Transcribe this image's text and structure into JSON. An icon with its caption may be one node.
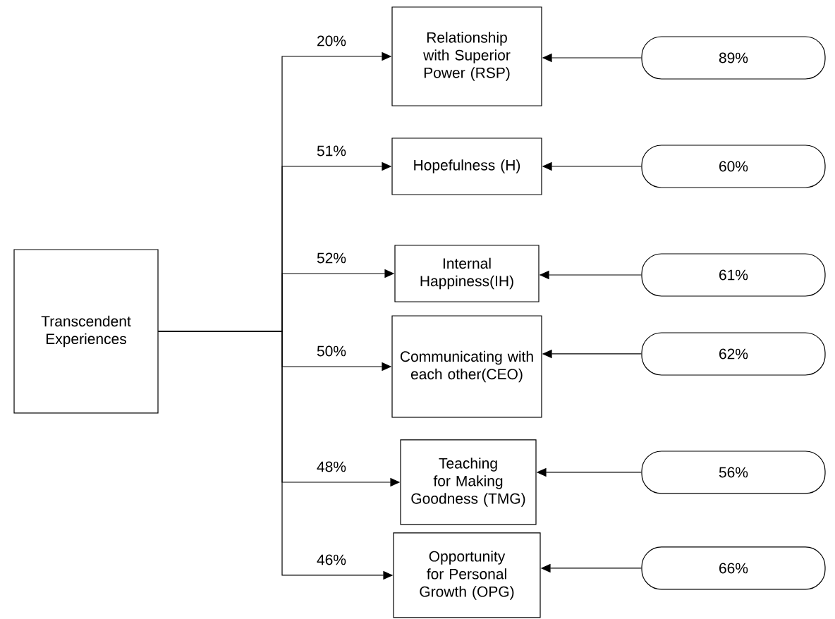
{
  "diagram": {
    "nodes": [
      {
        "text": [
          "Transcendent Experiences"
        ]
      },
      {
        "text": [
          "Relationship with Superior Power (RSP)"
        ]
      },
      {
        "text": [
          "Hopefulness (H)"
        ]
      },
      {
        "text": [
          "Internal Happiness(IH)"
        ]
      },
      {
        "text": [
          "Communicating with each other(CEO)"
        ]
      },
      {
        "text": [
          "Teaching for Making Goodness (TMG)"
        ]
      },
      {
        "text": [
          "Opportunity for Personal Growth (OPG)"
        ]
      },
      {
        "text": [
          "89%"
        ]
      },
      {
        "text": [
          "60%"
        ]
      },
      {
        "text": [
          "61%"
        ]
      },
      {
        "text": [
          "62%"
        ]
      },
      {
        "text": [
          "56%"
        ]
      },
      {
        "text": [
          "66%"
        ]
      }
    ],
    "edges": [
      {
        "from": 0,
        "to": 1,
        "arrow": "to",
        "label": "20%"
      },
      {
        "from": 0,
        "to": 2,
        "arrow": "to",
        "label": "51%"
      },
      {
        "from": 0,
        "to": 3,
        "arrow": "to",
        "label": "52%"
      },
      {
        "from": 0,
        "to": 4,
        "arrow": "to",
        "label": "50%"
      },
      {
        "from": 0,
        "to": 5,
        "arrow": "to",
        "label": "48%"
      },
      {
        "from": 0,
        "to": 6,
        "arrow": "to",
        "label": "46%"
      },
      {
        "from": 7,
        "to": 1,
        "arrow": "to"
      },
      {
        "from": 8,
        "to": 2,
        "arrow": "to"
      },
      {
        "from": 9,
        "to": 3,
        "arrow": "to"
      },
      {
        "from": 10,
        "to": 4,
        "arrow": "to"
      },
      {
        "from": 11,
        "to": 5,
        "arrow": "to"
      },
      {
        "from": 12,
        "to": 6,
        "arrow": "to"
      }
    ]
  }
}
